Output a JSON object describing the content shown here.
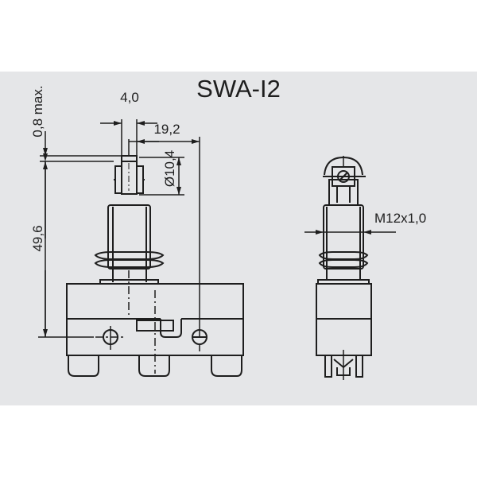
{
  "drawing": {
    "title": "SWA-I2",
    "background_color": "#e5e6e8",
    "line_color": "#1e1e1e",
    "views": [
      "front-view",
      "side-view"
    ]
  },
  "dimensions": {
    "plunger_width": "4,0",
    "plunger_offset": "19,2",
    "overtravel": "0,8 max.",
    "roller_diameter": "Ø10,4",
    "total_height": "49,6",
    "thread": "M12x1,0"
  }
}
